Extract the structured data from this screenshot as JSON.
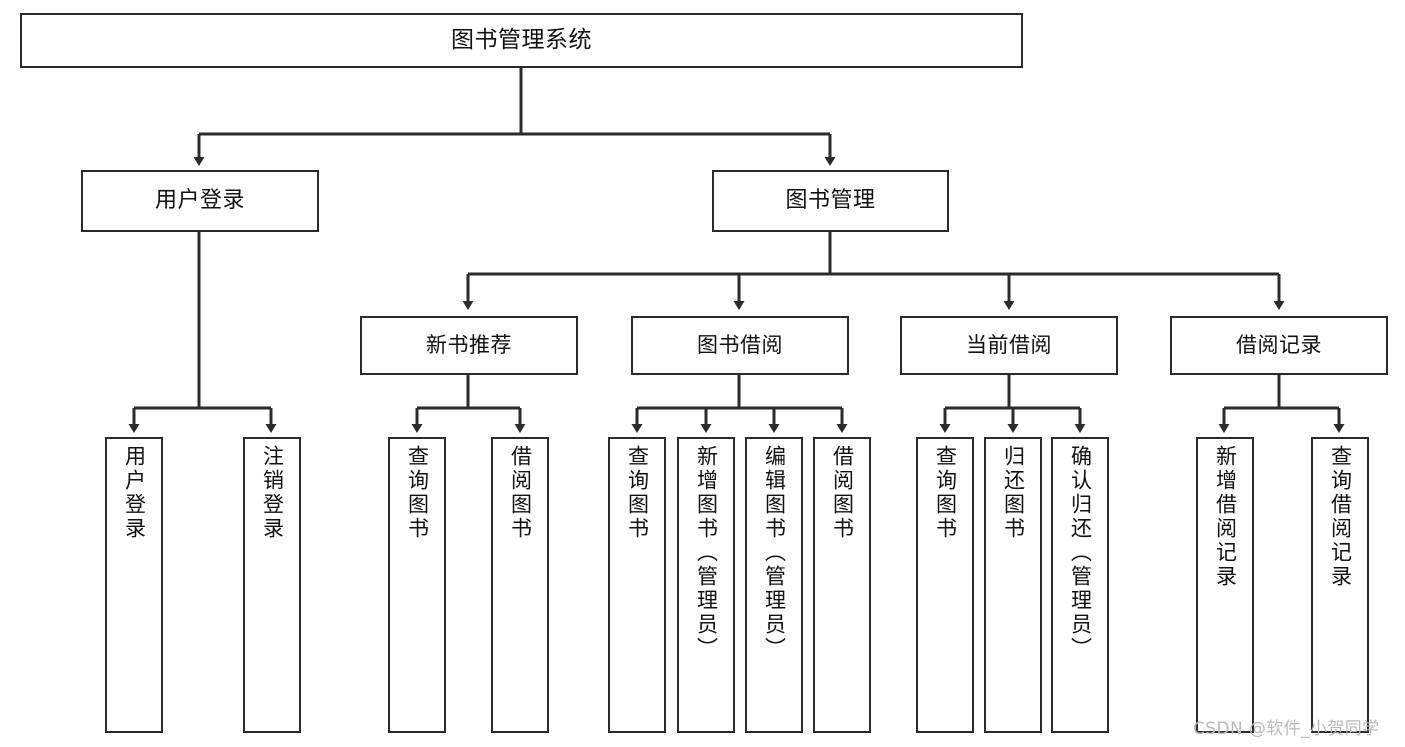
{
  "diagram": {
    "title": "图书管理系统",
    "type": "tree-hierarchy-diagram",
    "colors": {
      "box_border": "#2b2b2b",
      "box_fill": "#ffffff",
      "edge": "#2b2b2b",
      "text": "#111111",
      "watermark": "#b9b9b9",
      "background": "#ffffff"
    },
    "root": {
      "label": "图书管理系统"
    },
    "level1": [
      {
        "label": "用户登录"
      },
      {
        "label": "图书管理"
      }
    ],
    "level2": [
      {
        "label": "新书推荐"
      },
      {
        "label": "图书借阅"
      },
      {
        "label": "当前借阅"
      },
      {
        "label": "借阅记录"
      }
    ],
    "leaves": {
      "user_login": [
        {
          "label": "用户登录"
        },
        {
          "label": "注销登录"
        }
      ],
      "new_book_recommend": [
        {
          "label": "查询图书"
        },
        {
          "label": "借阅图书"
        }
      ],
      "book_borrow": [
        {
          "label": "查询图书"
        },
        {
          "label": "新增图书（管理员）"
        },
        {
          "label": "编辑图书（管理员）"
        },
        {
          "label": "借阅图书"
        }
      ],
      "current_borrow": [
        {
          "label": "查询图书"
        },
        {
          "label": "归还图书"
        },
        {
          "label": "确认归还（管理员）"
        }
      ],
      "borrow_record": [
        {
          "label": "新增借阅记录"
        },
        {
          "label": "查询借阅记录"
        }
      ]
    }
  },
  "watermark": {
    "text": "CSDN @软件_小贺同学"
  }
}
